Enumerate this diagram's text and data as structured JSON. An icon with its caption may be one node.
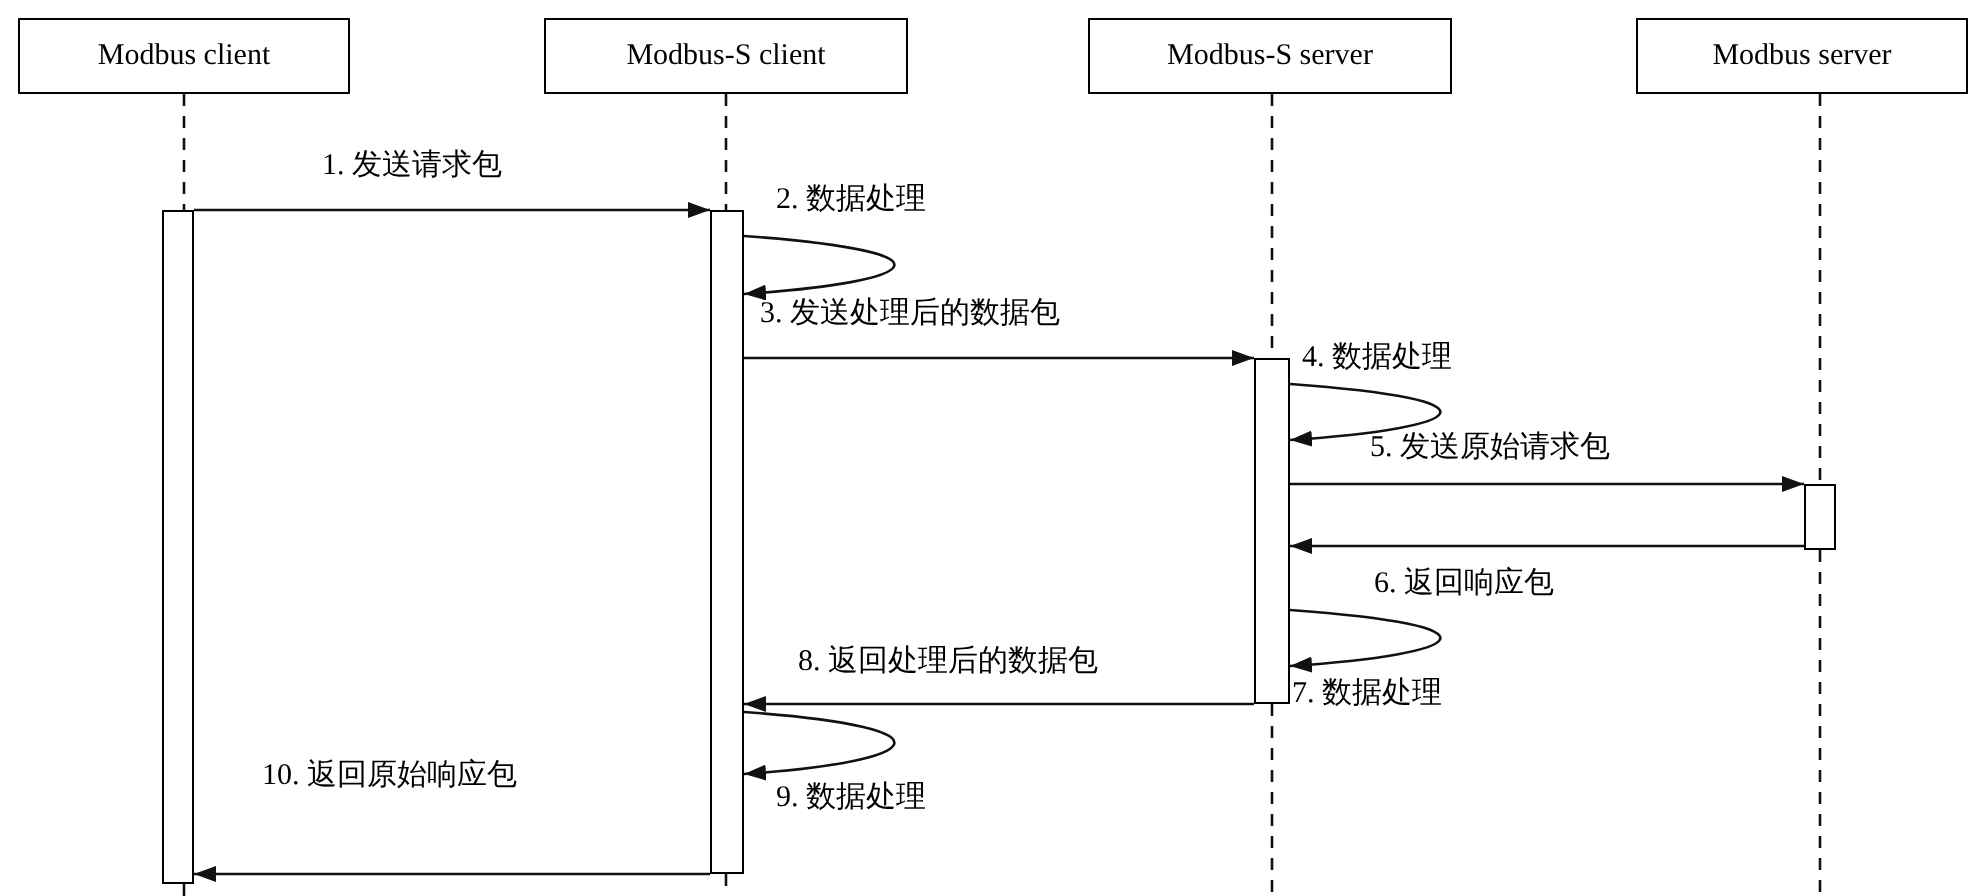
{
  "diagram": {
    "nodes": [
      {
        "text": [
          "Modbus client"
        ]
      },
      {
        "text": [
          "Modbus-S client"
        ]
      },
      {
        "text": [
          "Modbus-S server"
        ]
      },
      {
        "text": [
          "Modbus server"
        ]
      },
      {
        "text": [],
        "shape": "bar"
      },
      {
        "text": [],
        "shape": "bar"
      },
      {
        "text": [],
        "shape": "bar"
      },
      {
        "text": [],
        "shape": "bar"
      }
    ],
    "edges": [
      {
        "from": 4,
        "to": 5,
        "arrow": "to",
        "label": "1. 发送请求包"
      },
      {
        "from": 5,
        "to": 5,
        "arrow": "to",
        "label": "2. 数据处理"
      },
      {
        "from": 5,
        "to": 6,
        "arrow": "to",
        "label": "3. 发送处理后的数据包"
      },
      {
        "from": 6,
        "to": 6,
        "arrow": "to",
        "label": "4. 数据处理"
      },
      {
        "from": 6,
        "to": 7,
        "arrow": "to",
        "label": "5. 发送原始请求包"
      },
      {
        "from": 7,
        "to": 6,
        "arrow": "to",
        "label": "6. 返回响应包"
      },
      {
        "from": 6,
        "to": 6,
        "arrow": "to",
        "label": "7. 数据处理"
      },
      {
        "from": 6,
        "to": 5,
        "arrow": "to",
        "label": "8. 返回处理后的数据包"
      },
      {
        "from": 5,
        "to": 5,
        "arrow": "to",
        "label": "9. 数据处理"
      },
      {
        "from": 5,
        "to": 4,
        "arrow": "to",
        "label": "10. 返回原始响应包"
      },
      {
        "from": 0,
        "to": 4,
        "arrow": "none",
        "style": "dashed"
      },
      {
        "from": 4,
        "to": null,
        "arrow": "none",
        "style": "dashed"
      },
      {
        "from": 1,
        "to": 5,
        "arrow": "none",
        "style": "dashed"
      },
      {
        "from": 5,
        "to": null,
        "arrow": "none",
        "style": "dashed"
      },
      {
        "from": 2,
        "to": 6,
        "arrow": "none",
        "style": "dashed"
      },
      {
        "from": 6,
        "to": null,
        "arrow": "none",
        "style": "dashed"
      },
      {
        "from": 3,
        "to": 7,
        "arrow": "none",
        "style": "dashed"
      },
      {
        "from": 7,
        "to": null,
        "arrow": "none",
        "style": "dashed"
      }
    ]
  }
}
